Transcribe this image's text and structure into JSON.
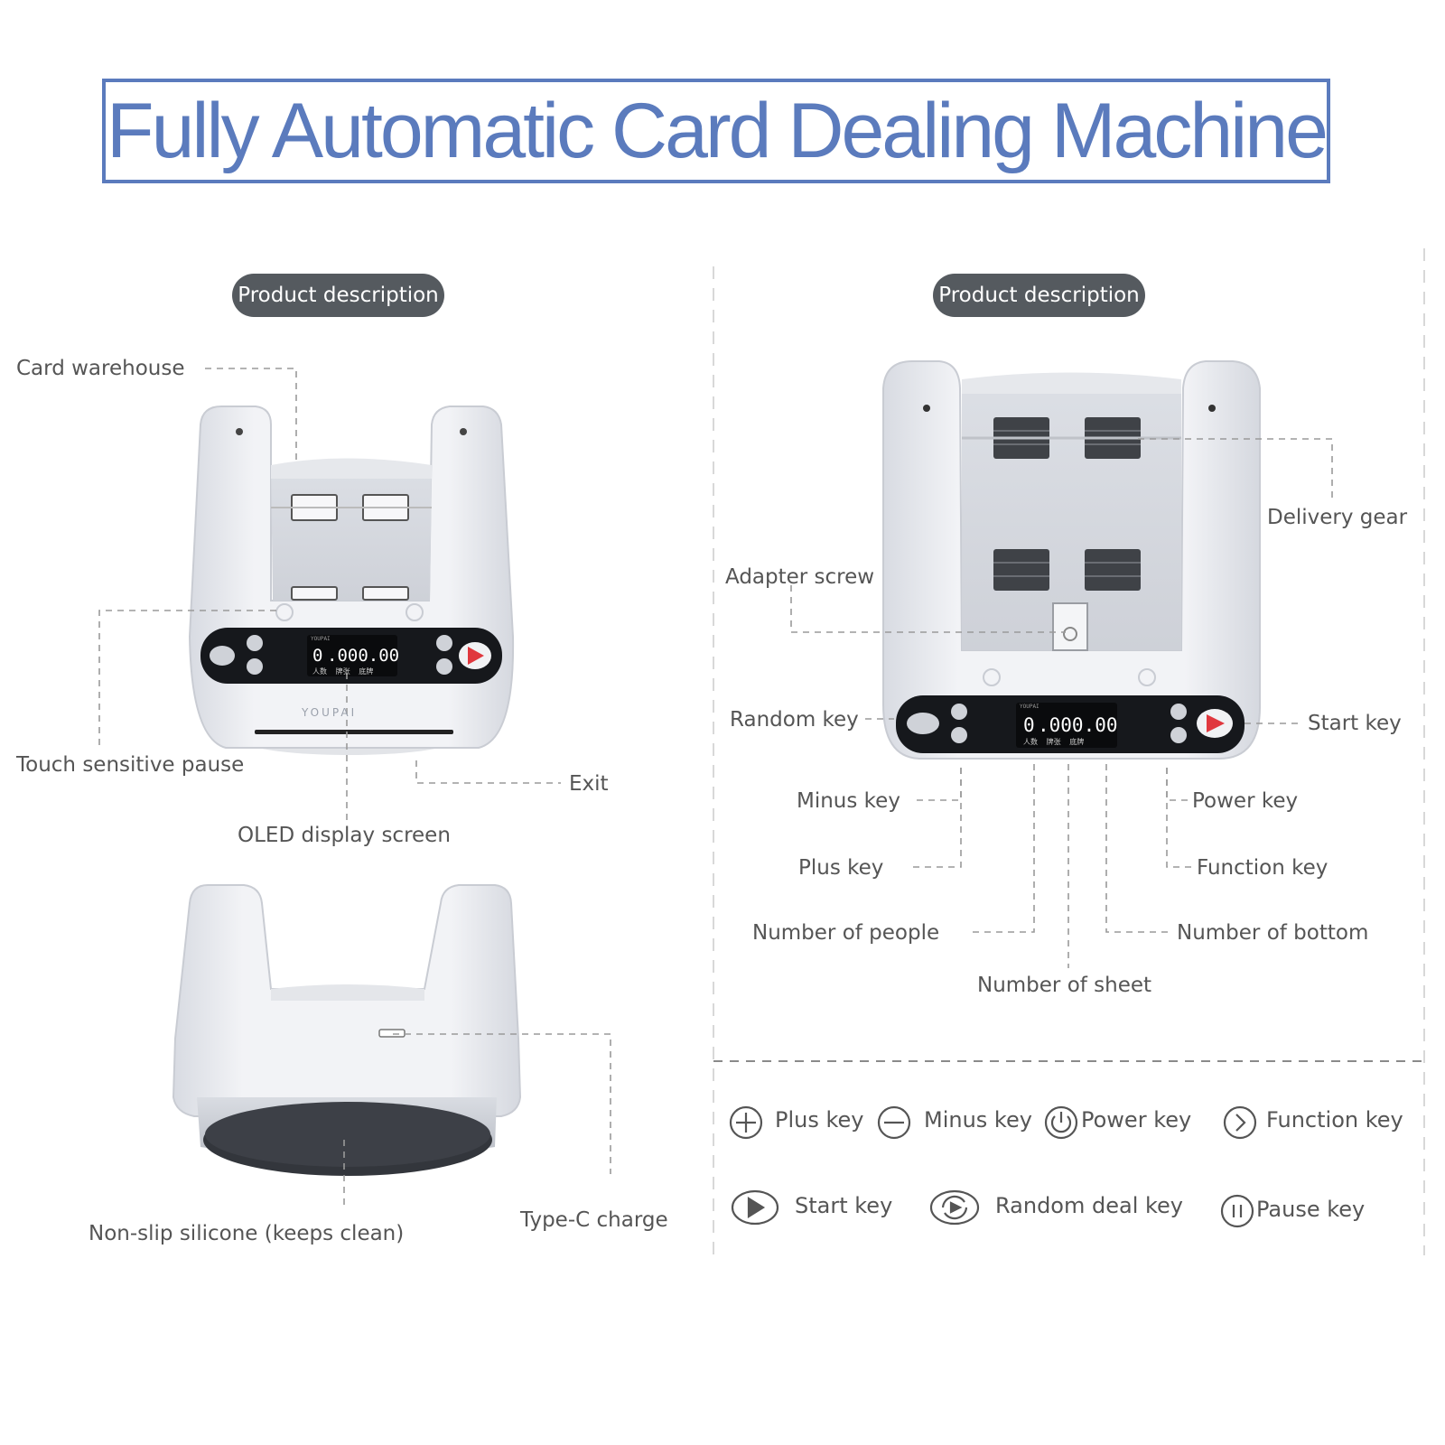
{
  "title": "Fully Automatic Card Dealing Machine",
  "left_panel": {
    "section_label": "Product description",
    "device_brand": "YOUPAI",
    "display": {
      "value_a": "0",
      "value_b": ".000.00",
      "sub": "人数  牌张  底牌",
      "top": "YOUPAI"
    },
    "callouts": {
      "card_warehouse": "Card warehouse",
      "touch_pause": "Touch sensitive pause",
      "exit": "Exit",
      "oled": "OLED display screen",
      "non_slip": "Non-slip silicone (keeps clean)",
      "type_c": "Type-C charge"
    }
  },
  "right_panel": {
    "section_label": "Product description",
    "display": {
      "value_a": "0",
      "value_b": ".000.00",
      "sub": "人数  牌张  底牌",
      "top": "YOUPAI"
    },
    "callouts": {
      "delivery_gear": "Delivery gear",
      "adapter_screw": "Adapter screw",
      "random_key": "Random key",
      "start_key": "Start key",
      "minus_key": "Minus key",
      "power_key": "Power key",
      "plus_key": "Plus key",
      "function_key": "Function key",
      "number_people": "Number of people",
      "number_bottom": "Number of bottom",
      "number_sheet": "Number of sheet"
    }
  },
  "legend": [
    {
      "icon": "plus-icon",
      "label": "Plus key"
    },
    {
      "icon": "minus-icon",
      "label": "Minus key"
    },
    {
      "icon": "power-icon",
      "label": "Power key"
    },
    {
      "icon": "chevron-right-icon",
      "label": "Function key"
    },
    {
      "icon": "play-icon",
      "label": "Start key"
    },
    {
      "icon": "random-icon",
      "label": "Random deal key"
    },
    {
      "icon": "pause-icon",
      "label": "Pause key"
    }
  ],
  "colors": {
    "title": "#5b7bbd",
    "pill": "#555a5f",
    "start_button": "#e0383e",
    "device_body": "#eef0f4"
  }
}
